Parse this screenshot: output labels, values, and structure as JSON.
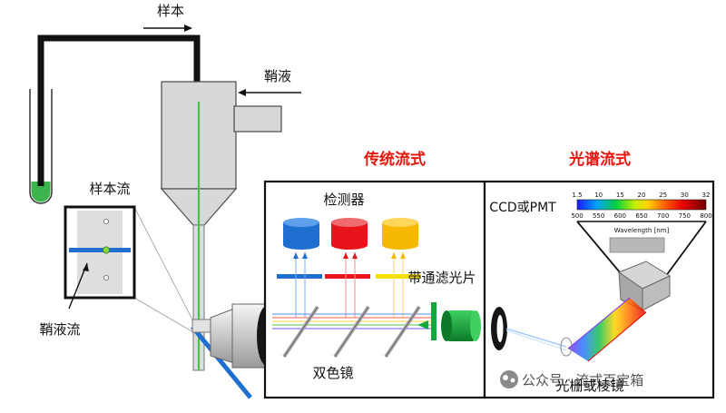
{
  "labels": {
    "sample": "样本",
    "sheath": "鞘液",
    "sample_stream": "样本流",
    "sheath_stream": "鞘液流",
    "conventional_title": "传统流式",
    "spectral_title": "光谱流式",
    "detectors": "检测器",
    "bandpass_filter": "带通滤光片",
    "dichroic_mirror": "双色镜",
    "ccd_pmt": "CCD或PMT",
    "grating_prism": "光栅或棱镜",
    "watermark": "公众号 · 流式百宝箱"
  },
  "spectrum": {
    "top_ticks": [
      "1.5",
      "10",
      "15",
      "20",
      "25",
      "30",
      "32"
    ],
    "bottom_ticks": [
      "500",
      "550",
      "600",
      "650",
      "700",
      "750",
      "800"
    ],
    "axis_label": "Wavelength [nm]"
  },
  "colors": {
    "title_red": "#e8140e",
    "detector_blue": "#1f6fd1",
    "detector_red": "#e8141c",
    "detector_yellow": "#f6b800",
    "green_detector": "#14a83c",
    "sample_green": "#3cb44b",
    "tube_black": "#111111"
  }
}
